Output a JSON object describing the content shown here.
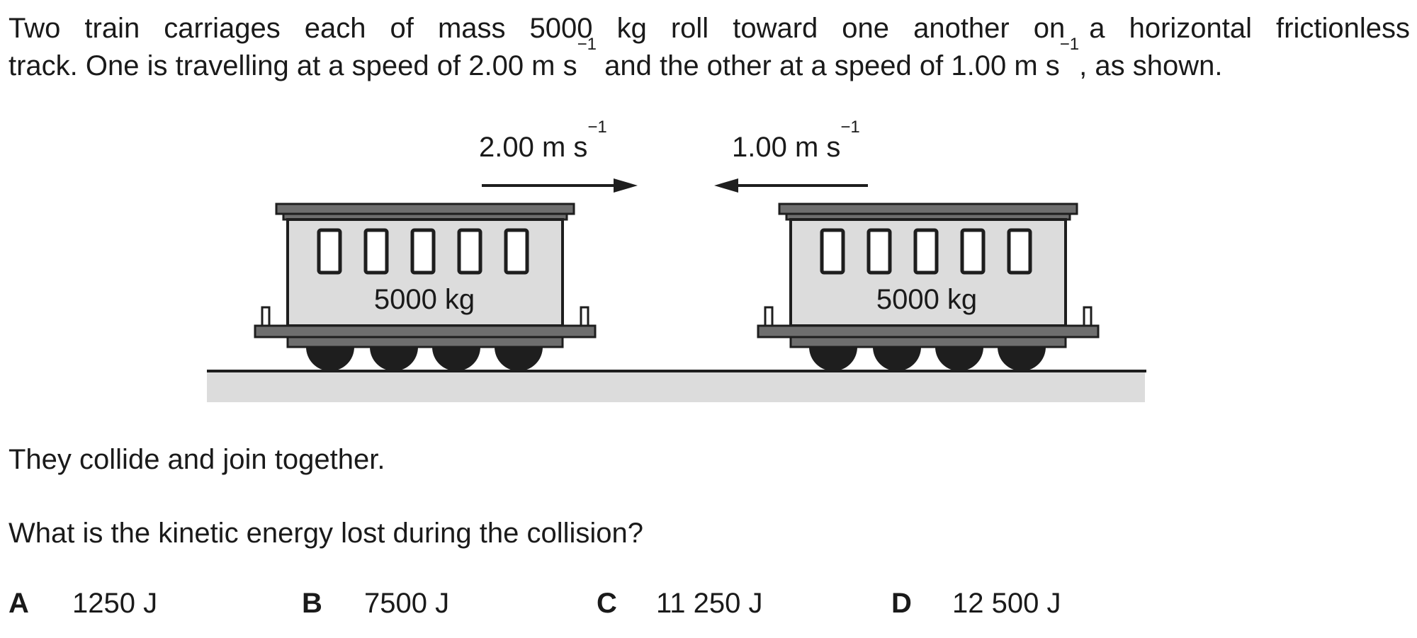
{
  "question": {
    "intro_line1": "Two train carriages each of mass 5000 kg roll toward one another on a horizontal frictionless",
    "intro_line2_part1": "track. One is travelling at a speed of 2.00 m s",
    "intro_line2_part2": " and the other at a speed of 1.00 m s",
    "intro_line2_part3": ", as shown.",
    "superscript": "−1",
    "statement": "They collide and join together.",
    "prompt": "What is the kinetic energy lost during the collision?"
  },
  "diagram": {
    "left_speed": "2.00 m s",
    "right_speed": "1.00 m s",
    "speed_superscript": "−1",
    "left_mass": "5000 kg",
    "right_mass": "5000 kg",
    "colors": {
      "carriage_body": "#dcdcdc",
      "frame": "#6e6e6e",
      "outline": "#1e1e1e",
      "wheel": "#1e1e1e",
      "track_bed": "#dcdcdc"
    }
  },
  "options": [
    {
      "letter": "A",
      "value": "1250 J"
    },
    {
      "letter": "B",
      "value": "7500 J"
    },
    {
      "letter": "C",
      "value": "11 250 J"
    },
    {
      "letter": "D",
      "value": "12 500 J"
    }
  ]
}
